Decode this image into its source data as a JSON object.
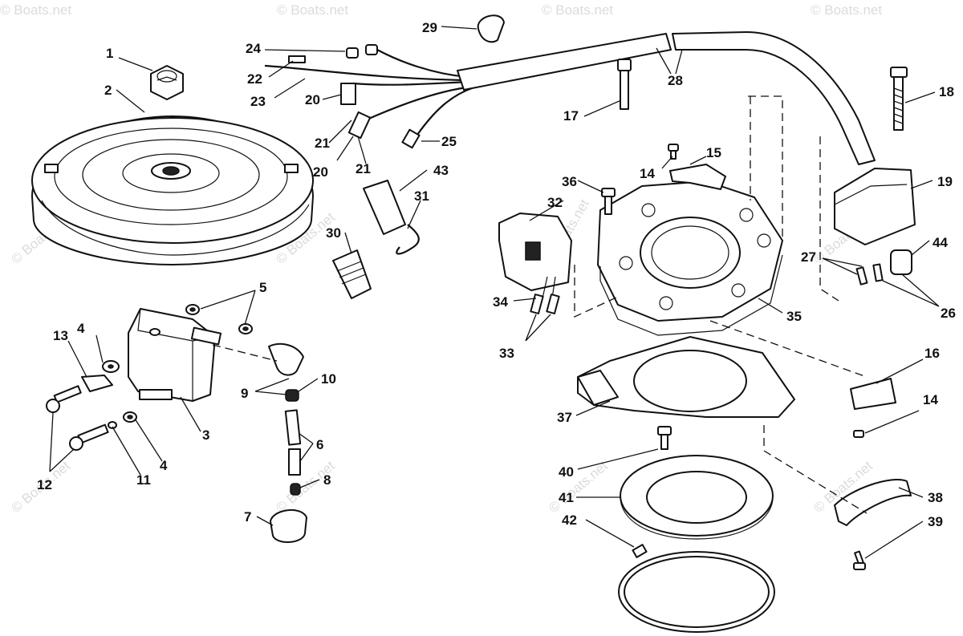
{
  "watermark": "© Boats.net",
  "callouts": [
    "1",
    "2",
    "3",
    "4",
    "4",
    "5",
    "6",
    "7",
    "8",
    "9",
    "10",
    "11",
    "12",
    "13",
    "14",
    "14",
    "15",
    "16",
    "17",
    "18",
    "19",
    "20",
    "20",
    "21",
    "21",
    "22",
    "23",
    "24",
    "25",
    "26",
    "27",
    "28",
    "29",
    "30",
    "31",
    "32",
    "33",
    "34",
    "35",
    "36",
    "37",
    "38",
    "39",
    "40",
    "41",
    "42",
    "43",
    "44"
  ]
}
